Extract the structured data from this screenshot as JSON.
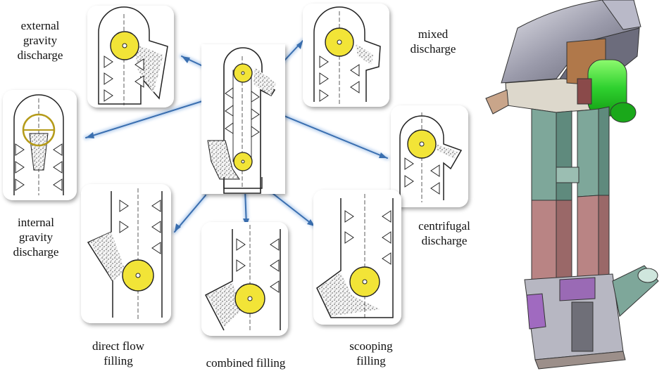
{
  "labels": {
    "external_gravity": [
      "external",
      "gravity",
      "discharge"
    ],
    "mixed": [
      "mixed",
      "discharge"
    ],
    "internal_gravity": [
      "internal",
      "gravity",
      "discharge"
    ],
    "centrifugal": [
      "centrifugal",
      "discharge"
    ],
    "direct_flow": [
      "direct flow",
      "filling"
    ],
    "combined": [
      "combined filling"
    ],
    "scooping": [
      "scooping",
      "filling"
    ]
  },
  "colors": {
    "pulley": "#f2e437",
    "arrow": "#3a6fb0",
    "arrow_glow": "#a9c6ea",
    "motor": "#2fd12f",
    "column_green": "#7ea79a",
    "column_pink": "#b98484",
    "hood": "#8a8a9a",
    "boot_purple": "#9a6ab5"
  },
  "icons": [
    "pulley-icon",
    "bucket-icon",
    "material-stipple",
    "motor-icon",
    "spout-icon"
  ]
}
